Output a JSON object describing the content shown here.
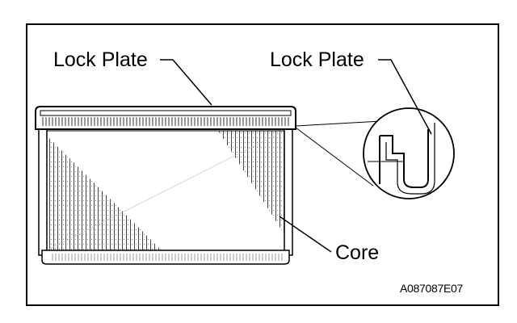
{
  "figure": {
    "labels": {
      "lock_plate_left": "Lock Plate",
      "lock_plate_right": "Lock Plate",
      "core": "Core",
      "figure_code": "A087087E07"
    },
    "colors": {
      "ink": "#000000",
      "background": "#ffffff",
      "hatch": "#555555"
    }
  }
}
